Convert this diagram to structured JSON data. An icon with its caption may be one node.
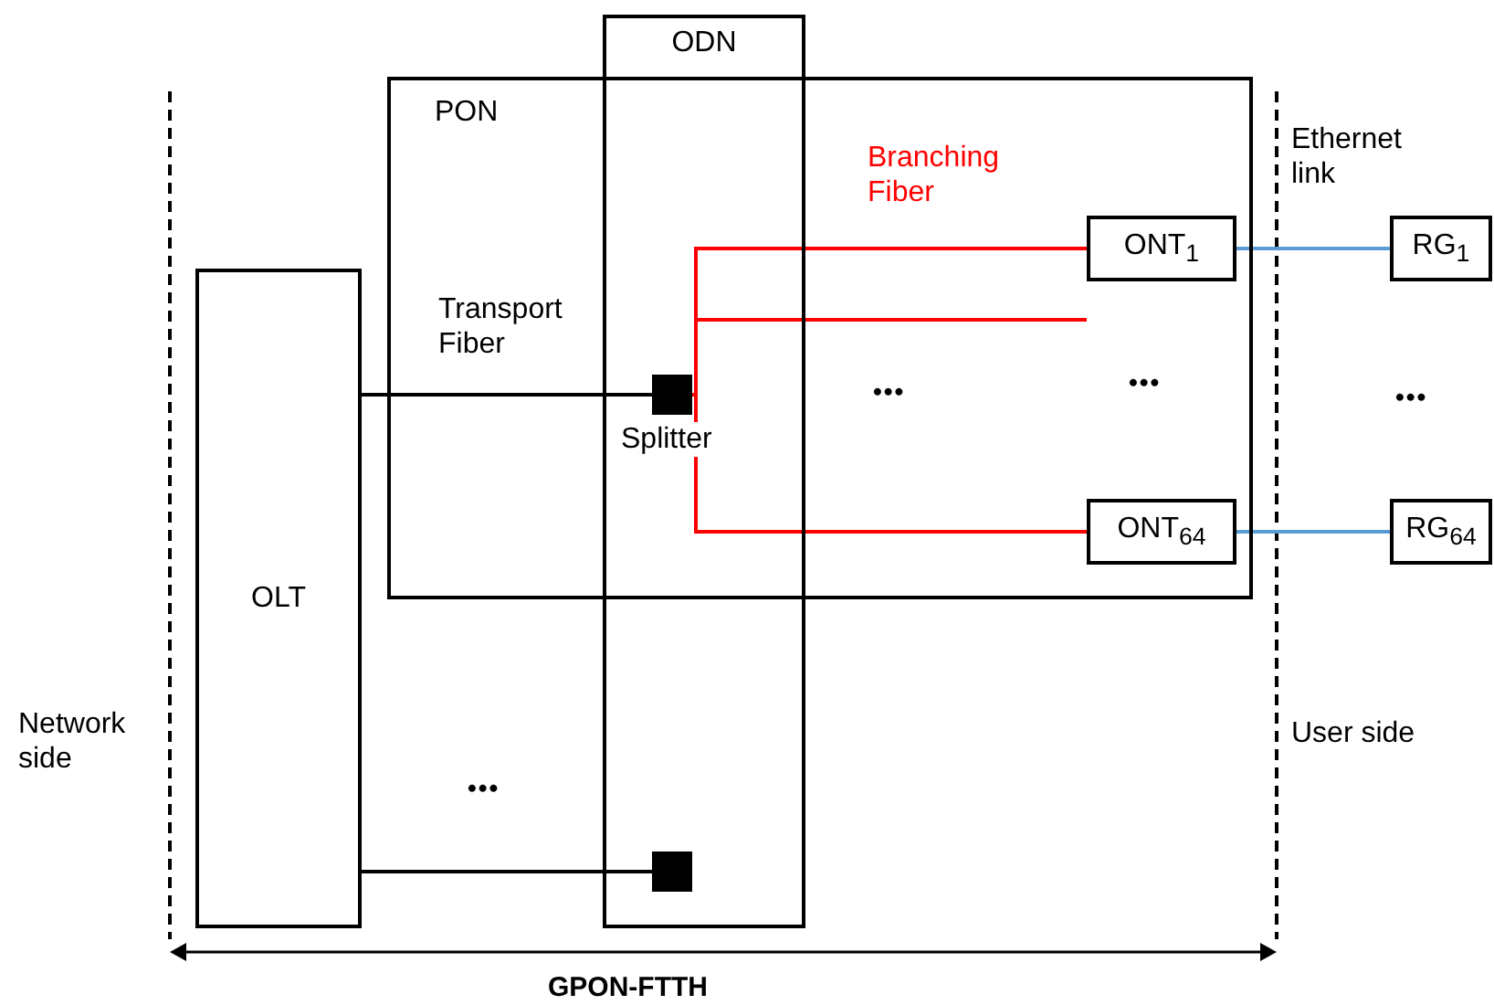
{
  "diagram": {
    "caption": "GPON-FTTH",
    "nodes": [
      {
        "text": [
          "PON"
        ]
      },
      {
        "text": [
          "ODN"
        ]
      },
      {
        "text": [
          "OLT"
        ]
      },
      {
        "text": [],
        "shape": "box",
        "beside": [
          "Splitter"
        ]
      },
      {
        "text": [],
        "shape": "box",
        "in": 1
      },
      {
        "text": [
          "ONT$_{1}$"
        ],
        "in": 0
      },
      {
        "text": [
          "ONT$_{64}$"
        ],
        "in": 0
      },
      {
        "text": [
          "RG$_{1}$"
        ]
      },
      {
        "text": [
          "RG$_{64}$"
        ]
      }
    ],
    "edges": [
      {
        "from": 2,
        "to": 3,
        "arrow": "none",
        "label": "Transport Fiber",
        "color": "#000000"
      },
      {
        "from": 3,
        "to": 5,
        "arrow": "none",
        "label": "Branching Fiber",
        "color": "#ff0000"
      },
      {
        "from": 3,
        "to": null,
        "arrow": "none",
        "color": "#ff0000"
      },
      {
        "from": 3,
        "to": 6,
        "arrow": "none",
        "color": "#ff0000"
      },
      {
        "from": 5,
        "to": 7,
        "arrow": "none",
        "color": "#5b9bd5"
      },
      {
        "from": 6,
        "to": 8,
        "arrow": "none",
        "color": "#5b9bd5"
      },
      {
        "from": 2,
        "to": 4,
        "arrow": "none",
        "color": "#000000"
      }
    ],
    "labels": [
      "Ethernet link",
      "•••",
      "•••",
      "•••",
      "Network side",
      "•••",
      "User side"
    ]
  }
}
